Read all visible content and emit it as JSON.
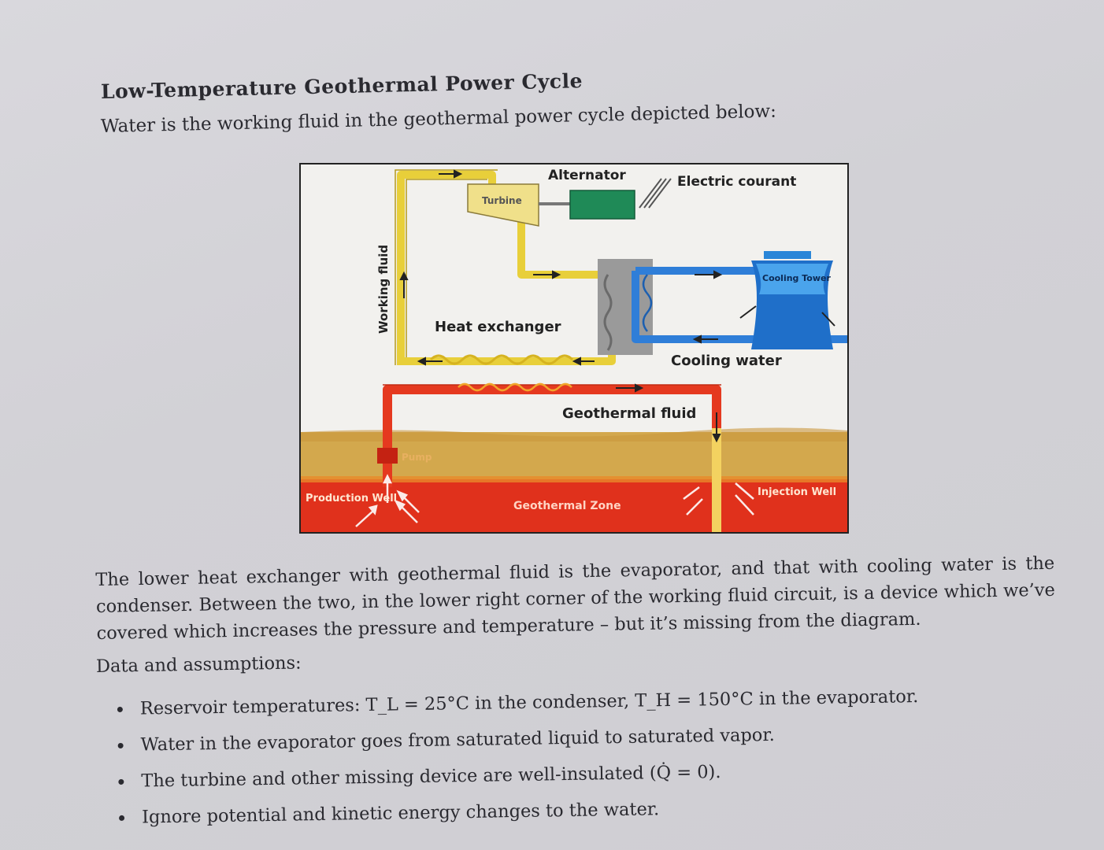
{
  "document": {
    "title": "Low-Temperature Geothermal Power Cycle",
    "intro": "Water is the working fluid in the geothermal power cycle depicted below:",
    "paragraph": "The lower heat exchanger with geothermal fluid is the evaporator, and that with cooling water is the condenser. Between the two, in the lower right corner of the working fluid circuit, is a device which we’ve covered which increases the pressure and temperature – but it’s missing from the diagram.",
    "data_heading": "Data and assumptions:",
    "bullets": [
      "Reservoir temperatures: T_L = 25°C in the condenser, T_H = 150°C in the evaporator.",
      "Water in the evaporator goes from saturated liquid to saturated vapor.",
      "The turbine and other missing device are well-insulated (Q̇ = 0).",
      "Ignore potential and kinetic energy changes to the water."
    ]
  },
  "diagram": {
    "labels": {
      "alternator": "Alternator",
      "electric_current": "Electric courant",
      "turbine": "Turbine",
      "working_fluid": "Working fluid",
      "heat_exchanger": "Heat exchanger",
      "cooling_tower": "Cooling Tower",
      "cooling_water": "Cooling water",
      "geothermal_fluid": "Geothermal fluid",
      "pump": "Pump",
      "production_well": "Production Well",
      "geothermal_zone": "Geothermal Zone",
      "injection_well": "Injection Well"
    },
    "colors": {
      "working_fluid": "#e8cf3a",
      "geothermal_fluid": "#e5391f",
      "cooling_water": "#2f7ed8",
      "alternator": "#1f8a57",
      "ground": "#d3a84d",
      "geothermal_zone": "#e0311c"
    }
  }
}
